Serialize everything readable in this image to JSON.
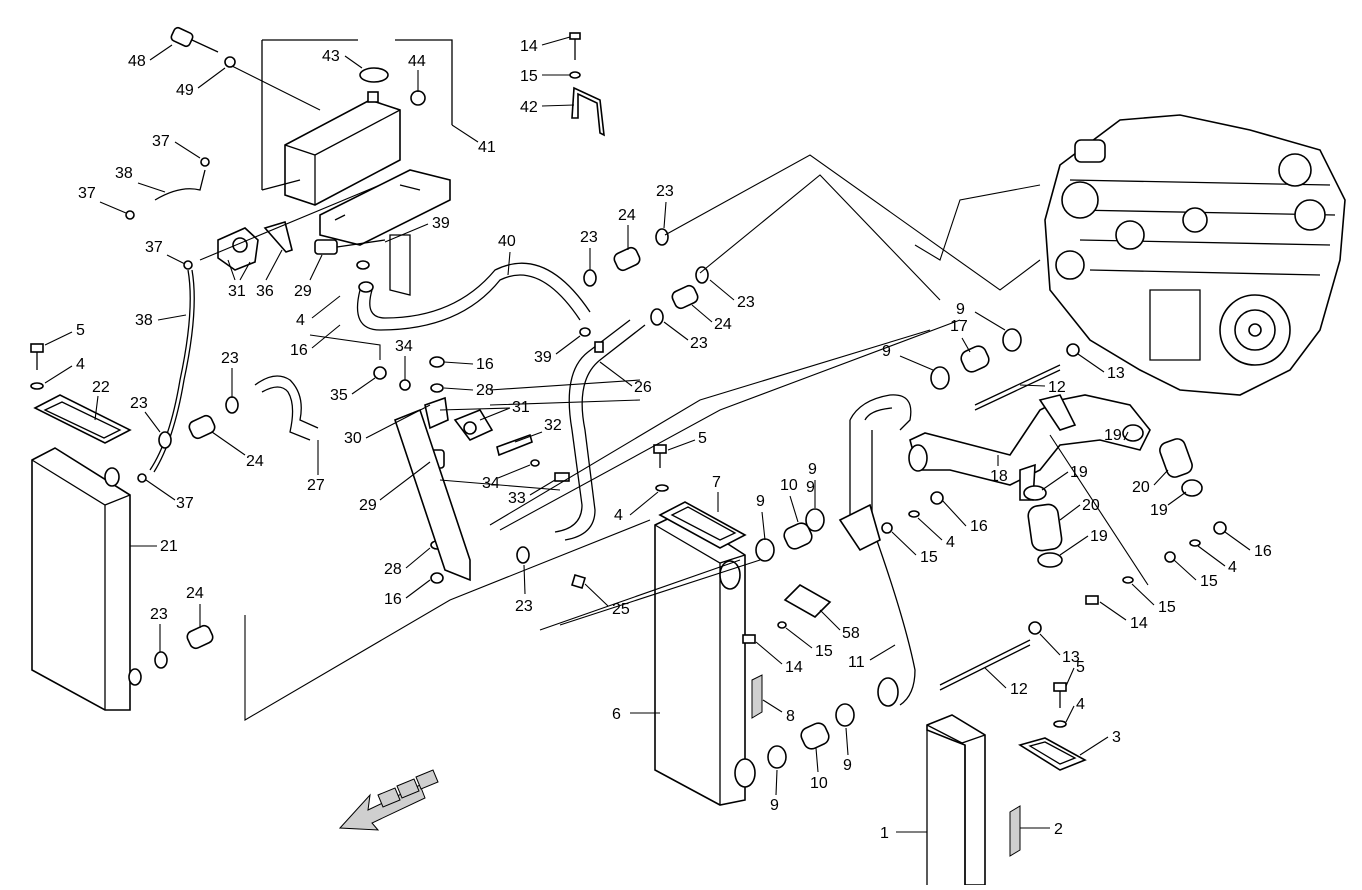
{
  "diagram": {
    "callouts": {
      "p1": "1",
      "p2": "2",
      "p3": "3",
      "p4a": "4",
      "p4b": "4",
      "p4c": "4",
      "p4d": "4",
      "p4e": "4",
      "p4f": "4",
      "p5a": "5",
      "p5b": "5",
      "p5c": "5",
      "p6": "6",
      "p7": "7",
      "p8": "8",
      "p9a": "9",
      "p9b": "9",
      "p9c": "9",
      "p9d": "9",
      "p9e": "9",
      "p9f": "9",
      "p9g": "9",
      "p10a": "10",
      "p10b": "10",
      "p11": "11",
      "p12a": "12",
      "p12b": "12",
      "p13a": "13",
      "p13b": "13",
      "p14a": "14",
      "p14b": "14",
      "p14c": "14",
      "p15a": "15",
      "p15b": "15",
      "p15c": "15",
      "p15d": "15",
      "p15e": "15",
      "p16a": "16",
      "p16b": "16",
      "p16c": "16",
      "p16d": "16",
      "p16e": "16",
      "p17": "17",
      "p18": "18",
      "p19a": "19",
      "p19b": "19",
      "p19c": "19",
      "p19d": "19",
      "p20": "20",
      "p21": "21",
      "p22": "22",
      "p23a": "23",
      "p23b": "23",
      "p23c": "23",
      "p23d": "23",
      "p23e": "23",
      "p23f": "23",
      "p23g": "23",
      "p23h": "23",
      "p24a": "24",
      "p24b": "24",
      "p24c": "24",
      "p24d": "24",
      "p25": "25",
      "p26": "26",
      "p27": "27",
      "p28a": "28",
      "p28b": "28",
      "p29a": "29",
      "p29b": "29",
      "p30": "30",
      "p31a": "31",
      "p31b": "31",
      "p32": "32",
      "p33": "33",
      "p34a": "34",
      "p34b": "34",
      "p35": "35",
      "p36": "36",
      "p37a": "37",
      "p37b": "37",
      "p37c": "37",
      "p37d": "37",
      "p38a": "38",
      "p38b": "38",
      "p39a": "39",
      "p39b": "39",
      "p40": "40",
      "p41": "41",
      "p42": "42",
      "p43": "43",
      "p44": "44",
      "p48": "48",
      "p49": "49",
      "p58": "58"
    }
  }
}
